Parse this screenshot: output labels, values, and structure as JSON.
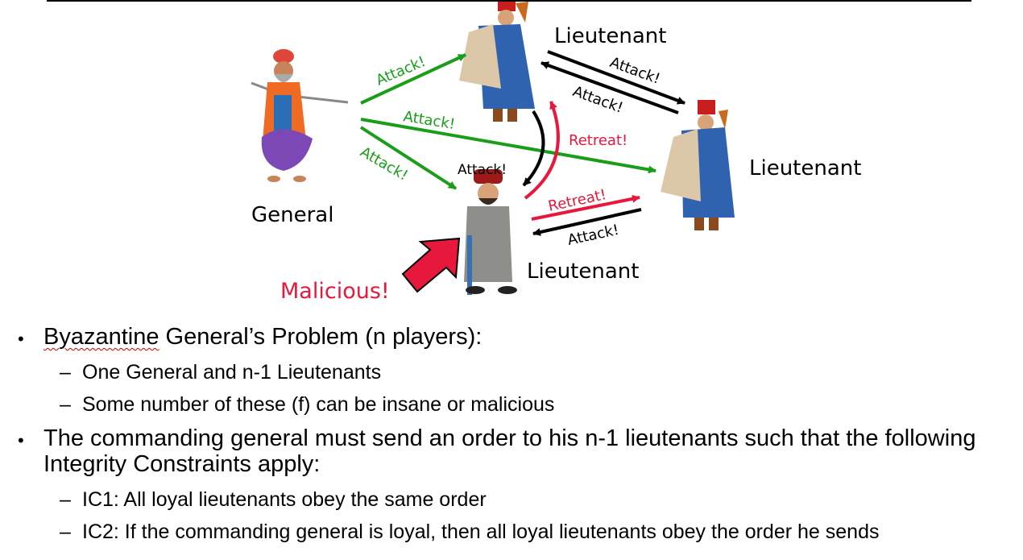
{
  "diagram": {
    "roles": {
      "general": "General",
      "lieutenant_top": "Lieutenant",
      "lieutenant_right": "Lieutenant",
      "lieutenant_bottom": "Lieutenant"
    },
    "malicious_label": "Malicious!",
    "messages": {
      "g_to_top": "Attack!",
      "g_to_right": "Attack!",
      "g_to_bottom": "Attack!",
      "top_to_right": "Attack!",
      "right_to_top": "Attack!",
      "top_to_bottom": "Attack!",
      "bottom_to_top": "Retreat!",
      "bottom_to_right": "Retreat!",
      "right_to_bottom": "Attack!"
    },
    "colors": {
      "green": "#1a9e1a",
      "red": "#e8173c",
      "black": "#000000",
      "arrow_fill": "#e8173c"
    }
  },
  "bullets": [
    {
      "text_misspelled": "Byazantine",
      "text_rest": " General’s Problem (n players):",
      "sub": [
        "One General and n-1 Lieutenants",
        "Some number of these (f) can be insane or malicious"
      ]
    },
    {
      "line1": "The commanding general must send an order to his n-1 lieutenants such that the following",
      "line2": "Integrity Constraints apply:",
      "sub": [
        "IC1: All loyal lieutenants obey the same order",
        "IC2: If the commanding general is loyal, then all loyal lieutenants obey the order he sends"
      ]
    }
  ],
  "markers": {
    "bullet": "•",
    "dash": "–"
  }
}
